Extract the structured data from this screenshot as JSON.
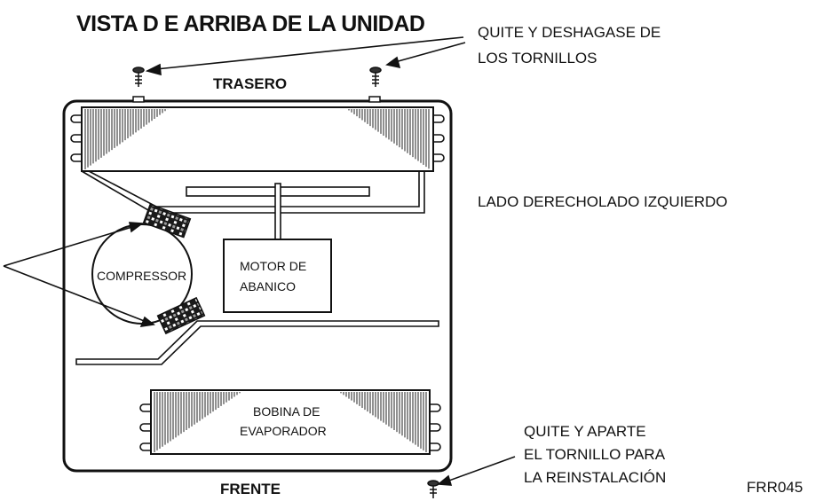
{
  "title": "VISTA D E ARRIBA DE LA UNIDAD",
  "notes": {
    "remove_screws_line1": "QUITE Y DESHAGASE DE",
    "remove_screws_line2": "LOS TORNILLOS",
    "keep_screw_line1": "QUITE Y APARTE",
    "keep_screw_line2": "EL TORNILLO PARA",
    "keep_screw_line3": "LA REINSTALACIÓN"
  },
  "labels": {
    "rear": "TRASERO",
    "front": "FRENTE",
    "sides": "LADO DERECHOLADO IZQUIERDO",
    "compressor": "COMPRESSOR",
    "motor_line1": "MOTOR DE",
    "motor_line2": "ABANICO",
    "coil_line1": "BOBINA DE",
    "coil_line2": "EVAPORADOR",
    "code": "FRR045"
  }
}
